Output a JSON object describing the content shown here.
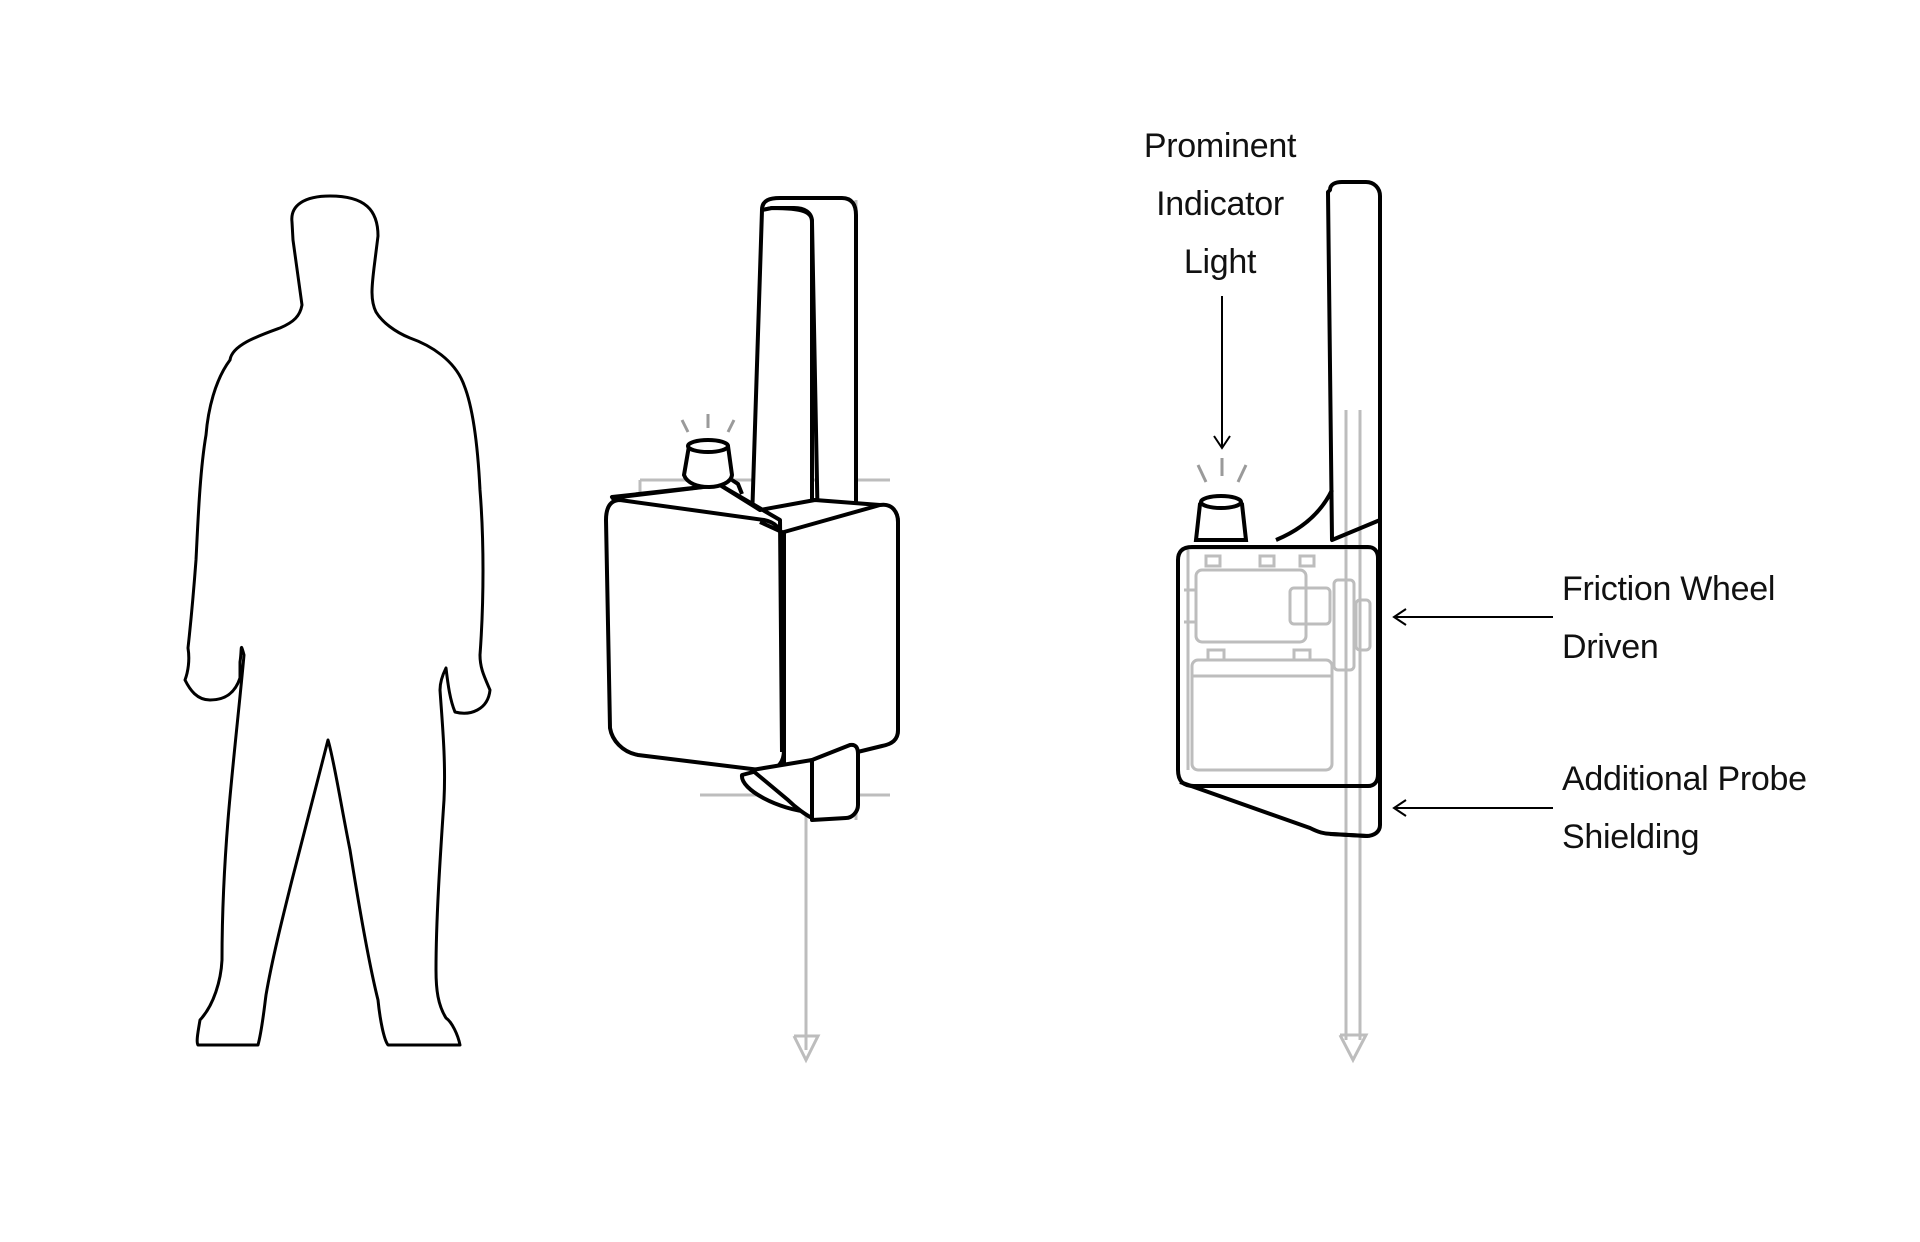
{
  "colors": {
    "background": "#ffffff",
    "outline": "#000000",
    "ghost": "#bdbdbd"
  },
  "icons": {
    "human": "person-silhouette-icon",
    "indicator": "warning-beacon-icon"
  },
  "labels": {
    "indicator": [
      "Prominent",
      "Indicator",
      "Light"
    ],
    "friction": [
      "Friction Wheel",
      "Driven"
    ],
    "shielding": [
      "Additional Probe",
      "Shielding"
    ]
  }
}
